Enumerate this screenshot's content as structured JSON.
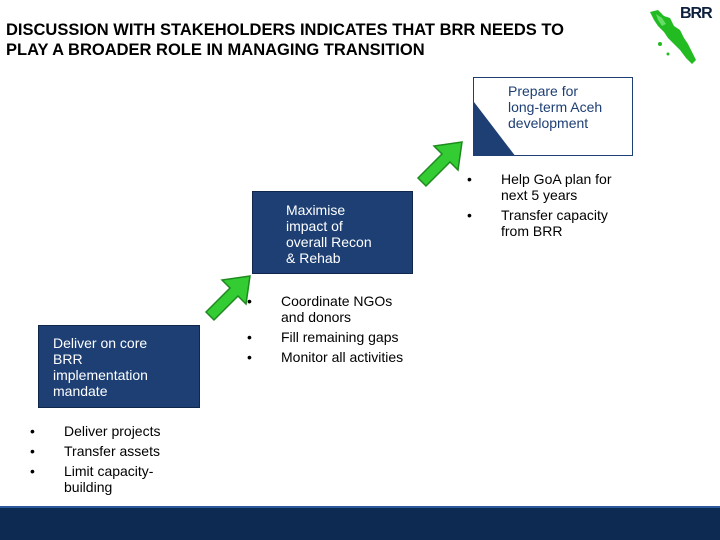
{
  "header": {
    "title_line1": "DISCUSSION WITH STAKEHOLDERS INDICATES THAT BRR NEEDS TO",
    "title_line2": "PLAY A BROADER ROLE IN MANAGING TRANSITION",
    "logo_text": "BRR",
    "logo_icon": "aceh-map-icon"
  },
  "stages": [
    {
      "title_lines": [
        "Deliver on core",
        "BRR",
        "implementation",
        "mandate"
      ],
      "bullets": [
        "Deliver projects",
        "Transfer assets",
        "Limit capacity-building"
      ],
      "bullet_lines": [
        [
          "Deliver projects"
        ],
        [
          "Transfer assets"
        ],
        [
          "Limit capacity-",
          "building"
        ]
      ]
    },
    {
      "title_lines": [
        "Maximise",
        "impact of",
        "overall Recon",
        "& Rehab"
      ],
      "bullets": [
        "Coordinate NGOs and donors",
        "Fill remaining gaps",
        "Monitor all activities"
      ],
      "bullet_lines": [
        [
          "Coordinate NGOs",
          "and donors"
        ],
        [
          "Fill remaining gaps"
        ],
        [
          "Monitor all activities"
        ]
      ]
    },
    {
      "title_lines": [
        "Prepare for",
        "long-term Aceh",
        "development"
      ],
      "bullets": [
        "Help GoA plan for next 5 years",
        "Transfer capacity from BRR"
      ],
      "bullet_lines": [
        [
          "Help GoA plan for",
          "next 5 years"
        ],
        [
          "Transfer capacity",
          "from BRR"
        ]
      ]
    }
  ],
  "bullet_glyph": "•",
  "colors": {
    "box": "#1d3f74",
    "arrow": "#33cc33",
    "footer": "#0d2a52",
    "logo_green": "#22bb22"
  }
}
